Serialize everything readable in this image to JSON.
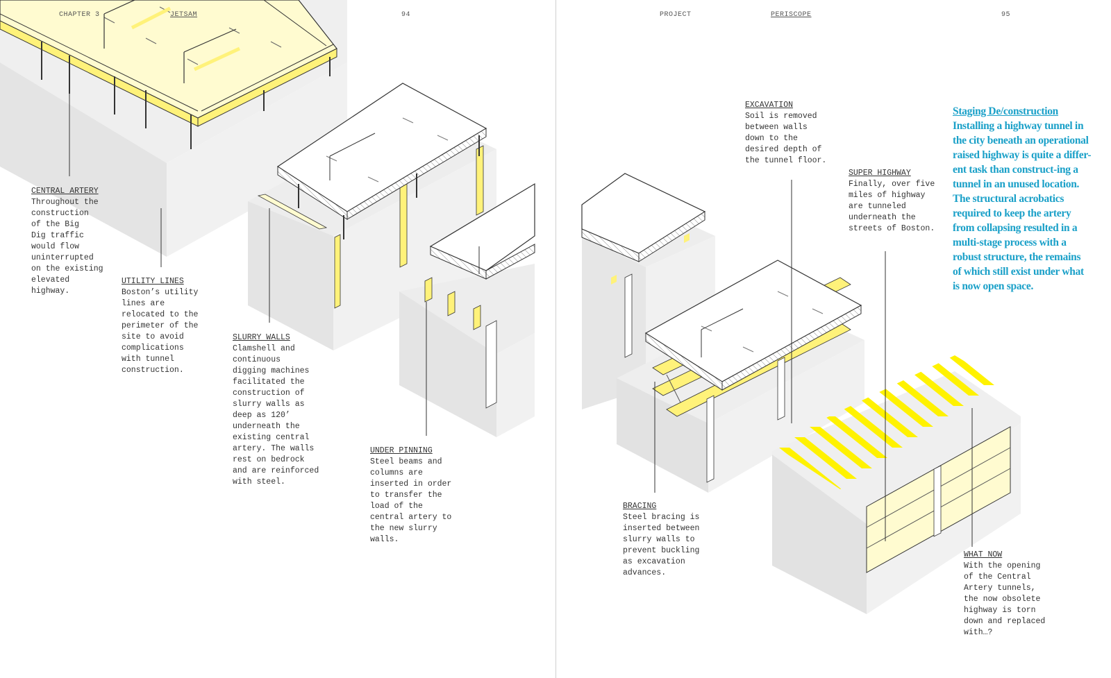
{
  "colors": {
    "highlight": "#fff27a",
    "pale_yellow": "#fffbd0",
    "concrete": "#e6e6e6",
    "concrete_dark": "#d6d6d6",
    "accent_blue": "#1aa0c8",
    "stripe_yellow": "#fff200"
  },
  "left_page": {
    "header": {
      "chapter": "CHAPTER 3",
      "section": "JETSAM",
      "page_number": "94"
    },
    "notes": [
      {
        "title": "CENTRAL ARTERY",
        "body": "Throughout the\nconstruction\nof the Big\nDig traffic\nwould flow\nuninterrupted\non the existing\nelevated\nhighway."
      },
      {
        "title": "UTILITY LINES",
        "body": "Boston’s utility\nlines are\nrelocated to the\nperimeter of the\nsite to avoid\ncomplications\nwith tunnel\nconstruction."
      },
      {
        "title": "SLURRY WALLS",
        "body": "Clamshell and\ncontinuous\ndigging machines\nfacilitated the\nconstruction of\nslurry walls as\ndeep as 120’\nunderneath the\nexisting central\nartery.  The walls\nrest on bedrock\nand are reinforced\nwith steel."
      },
      {
        "title": "UNDER PINNING",
        "body": "Steel beams and\ncolumns are\ninserted in order\nto transfer the\nload of the\ncentral artery to\nthe new slurry\nwalls."
      }
    ]
  },
  "right_page": {
    "header": {
      "project": "PROJECT",
      "section": "PERISCOPE",
      "page_number": "95"
    },
    "notes": [
      {
        "title": "EXCAVATION",
        "body": "Soil is removed\nbetween walls\ndown to the\ndesired depth of\nthe tunnel floor."
      },
      {
        "title": "SUPER HIGHWAY",
        "body": "Finally, over five\nmiles of highway\nare tunneled\nunderneath the\nstreets of Boston."
      },
      {
        "title": "BRACING",
        "body": "Steel bracing is\ninserted between\nslurry walls to\nprevent buckling\nas excavation\nadvances."
      },
      {
        "title": "WHAT NOW",
        "body": "With the opening\nof the Central\nArtery tunnels,\nthe now obsolete\nhighway is torn\ndown and replaced\nwith…?"
      }
    ],
    "feature": {
      "title": "Staging De/construction",
      "body": "Installing a highway tunnel in the city beneath an operational raised highway is quite a differ-ent task than construct-ing a tunnel in an unused location. The structural acrobatics required to keep the artery from collapsing resulted in a multi-stage process with a robust structure, the remains of which still exist under what is now open space."
    }
  }
}
